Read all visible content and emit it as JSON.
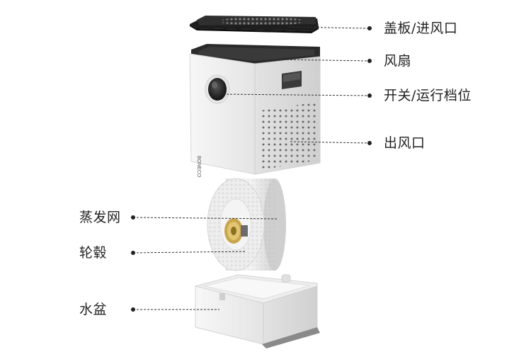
{
  "labels": {
    "cover": "盖板/进风口",
    "fan": "风扇",
    "switch": "开关/运行档位",
    "outlet": "出风口",
    "wick": "蒸发网",
    "hub": "轮毂",
    "basin": "水盆"
  },
  "brand_text": "BONECO",
  "colors": {
    "leader_line": "#333333",
    "unit_white": "#f2f2f2",
    "cover_dark": "#2b2b2b",
    "hub_gold": "#c9a64b",
    "text": "#222222"
  }
}
